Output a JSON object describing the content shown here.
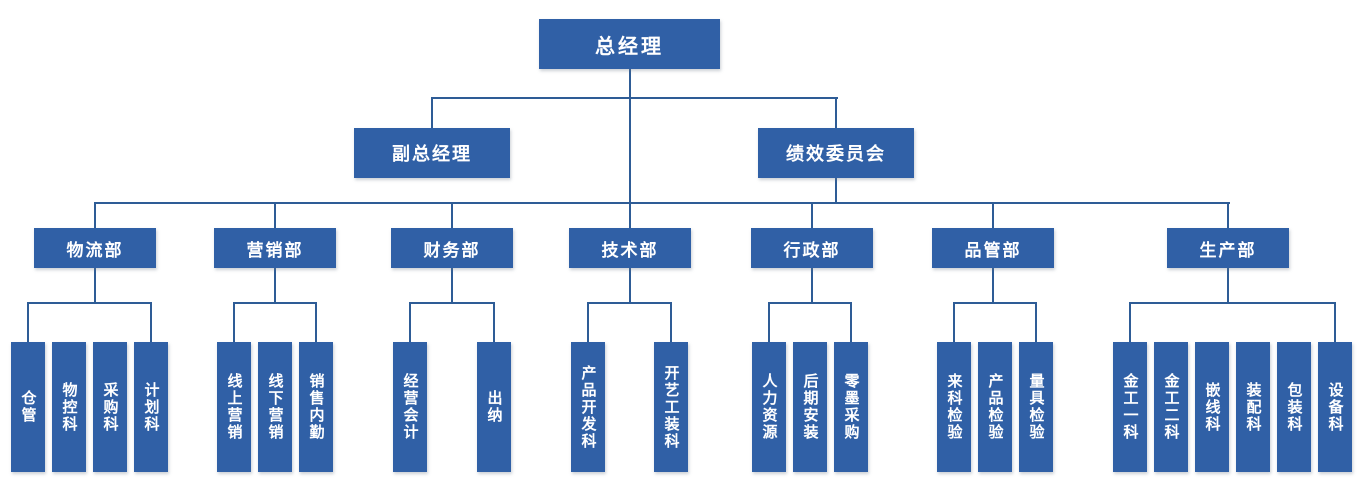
{
  "colors": {
    "node_fill": "#3060A6",
    "connector_line": "#2E5C96",
    "node_text": "#FFFFFF",
    "background": "#FFFFFF"
  },
  "org": {
    "root": "总经理",
    "level2": [
      "副总经理",
      "绩效委员会"
    ],
    "departments": [
      {
        "label": "物流部",
        "children": [
          "仓管",
          "物控科",
          "采购科",
          "计划科"
        ]
      },
      {
        "label": "营销部",
        "children": [
          "线上营销",
          "线下营销",
          "销售内勤"
        ]
      },
      {
        "label": "财务部",
        "children": [
          "经营会计",
          "出纳"
        ]
      },
      {
        "label": "技术部",
        "children": [
          "产品开发科",
          "开艺工装科"
        ]
      },
      {
        "label": "行政部",
        "children": [
          "人力资源",
          "后期安装",
          "零墨采购"
        ]
      },
      {
        "label": "品管部",
        "children": [
          "来科检验",
          "产品检验",
          "量具检验"
        ]
      },
      {
        "label": "生产部",
        "children": [
          "金工一科",
          "金工二科",
          "嵌线科",
          "装配科",
          "包装科",
          "设备科"
        ]
      }
    ]
  }
}
